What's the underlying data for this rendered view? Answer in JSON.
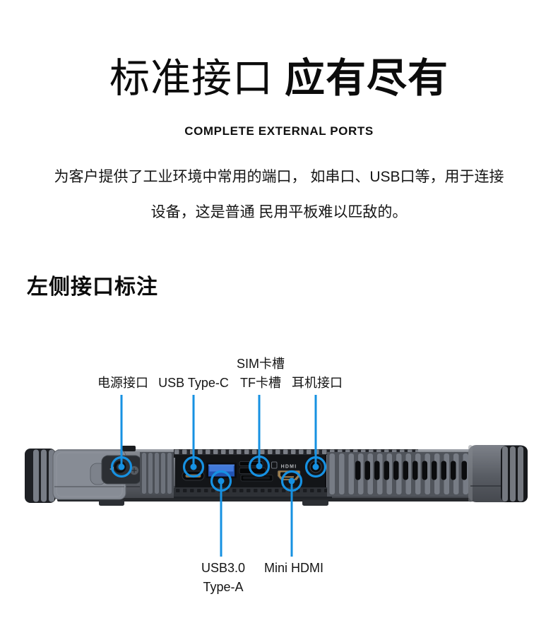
{
  "colors": {
    "accent": "#1691e2",
    "title_text": "#0c0c0c",
    "body_text": "#141414",
    "usb_port_blue": "#2254b4",
    "port_gold": "#9d7f50",
    "device_gray": "#5a5e66"
  },
  "header": {
    "title_regular": "标准接口",
    "title_bold": "应有尽有",
    "subtitle": "COMPLETE EXTERNAL PORTS"
  },
  "intro": {
    "line1": "为客户提供了工业环境中常用的端口， 如串口、USB口等，用于连接",
    "line2": "设备，这是普通 民用平板难以匹敌的。"
  },
  "section": {
    "heading": "左侧接口标注"
  },
  "figure": {
    "top_callouts": [
      {
        "id": "power",
        "label": "电源接口"
      },
      {
        "id": "usb-type-c",
        "label": "USB Type-C"
      },
      {
        "id": "sim-tf",
        "label": "SIM卡槽",
        "label2": "TF卡槽"
      },
      {
        "id": "headphone",
        "label": "耳机接口"
      }
    ],
    "bottom_callouts": [
      {
        "id": "usb3-type-a",
        "label": "USB3.0",
        "label2": "Type-A"
      },
      {
        "id": "mini-hdmi",
        "label": "Mini HDMI"
      }
    ],
    "device_marking": "HDMI"
  }
}
